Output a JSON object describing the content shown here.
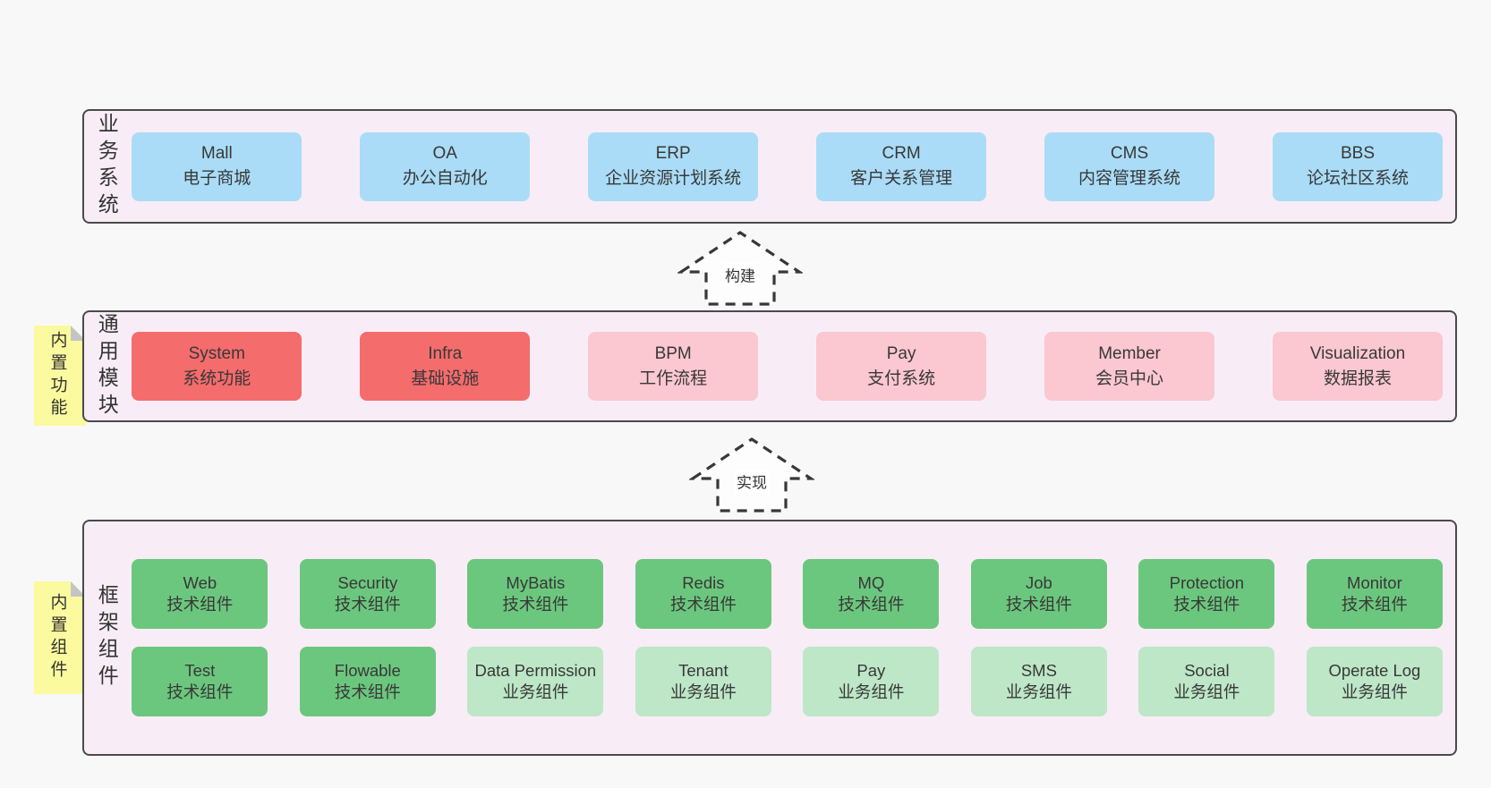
{
  "colors": {
    "page_bg": "#f8f8f8",
    "container_bg": "#f8edf6",
    "container_border": "#4a4a4a",
    "sticky_bg": "#fbfa9e",
    "sticky_fold": "#c4c4c4",
    "text": "#383838",
    "arrow_stroke": "#383838",
    "blue": "#aadcf7",
    "red": "#f56c6c",
    "pink": "#fbc7d0",
    "green": "#6cc77e",
    "green_light": "#bde7c7"
  },
  "arrows": [
    {
      "label": "构建"
    },
    {
      "label": "实现"
    }
  ],
  "sections": [
    {
      "side_label": "业务系统",
      "sticky": null,
      "rows": [
        [
          {
            "en": "Mall",
            "cn": "电子商城",
            "variant": "blue"
          },
          {
            "en": "OA",
            "cn": "办公自动化",
            "variant": "blue"
          },
          {
            "en": "ERP",
            "cn": "企业资源计划系统",
            "variant": "blue"
          },
          {
            "en": "CRM",
            "cn": "客户关系管理",
            "variant": "blue"
          },
          {
            "en": "CMS",
            "cn": "内容管理系统",
            "variant": "blue"
          },
          {
            "en": "BBS",
            "cn": "论坛社区系统",
            "variant": "blue"
          }
        ]
      ]
    },
    {
      "side_label": "通用模块",
      "sticky": "内置功能",
      "rows": [
        [
          {
            "en": "System",
            "cn": "系统功能",
            "variant": "red"
          },
          {
            "en": "Infra",
            "cn": "基础设施",
            "variant": "red"
          },
          {
            "en": "BPM",
            "cn": "工作流程",
            "variant": "pink"
          },
          {
            "en": "Pay",
            "cn": "支付系统",
            "variant": "pink"
          },
          {
            "en": "Member",
            "cn": "会员中心",
            "variant": "pink"
          },
          {
            "en": "Visualization",
            "cn": "数据报表",
            "variant": "pink"
          }
        ]
      ]
    },
    {
      "side_label": "框架组件",
      "sticky": "内置组件",
      "rows": [
        [
          {
            "en": "Web",
            "cn": "技术组件",
            "variant": "green"
          },
          {
            "en": "Security",
            "cn": "技术组件",
            "variant": "green"
          },
          {
            "en": "MyBatis",
            "cn": "技术组件",
            "variant": "green"
          },
          {
            "en": "Redis",
            "cn": "技术组件",
            "variant": "green"
          },
          {
            "en": "MQ",
            "cn": "技术组件",
            "variant": "green"
          },
          {
            "en": "Job",
            "cn": "技术组件",
            "variant": "green"
          },
          {
            "en": "Protection",
            "cn": "技术组件",
            "variant": "green"
          },
          {
            "en": "Monitor",
            "cn": "技术组件",
            "variant": "green"
          }
        ],
        [
          {
            "en": "Test",
            "cn": "技术组件",
            "variant": "green"
          },
          {
            "en": "Flowable",
            "cn": "技术组件",
            "variant": "green"
          },
          {
            "en": "Data Permission",
            "cn": "业务组件",
            "variant": "green_light"
          },
          {
            "en": "Tenant",
            "cn": "业务组件",
            "variant": "green_light"
          },
          {
            "en": "Pay",
            "cn": "业务组件",
            "variant": "green_light"
          },
          {
            "en": "SMS",
            "cn": "业务组件",
            "variant": "green_light"
          },
          {
            "en": "Social",
            "cn": "业务组件",
            "variant": "green_light"
          },
          {
            "en": "Operate Log",
            "cn": "业务组件",
            "variant": "green_light"
          }
        ]
      ]
    }
  ]
}
